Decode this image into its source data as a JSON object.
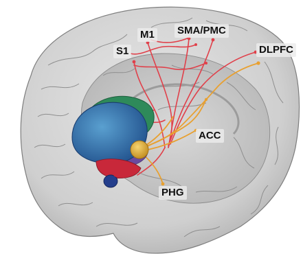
{
  "labels": {
    "m1": "M1",
    "sma_pmc": "SMA/PMC",
    "s1": "S1",
    "dlpfc": "DLPFC",
    "acc": "ACC",
    "phg": "PHG"
  },
  "colors": {
    "cortex_shade": "#cfcfcf",
    "cortex_line": "#8a8a8a",
    "pathway_red": "#e0404a",
    "pathway_orange": "#e8a030",
    "thalamus_blue": "#3a78b0",
    "striatum_green": "#2e8a5a",
    "amygdala_yellow": "#e0b030",
    "hypothalamus_red": "#c8283a",
    "pons_navy": "#243e8c"
  }
}
